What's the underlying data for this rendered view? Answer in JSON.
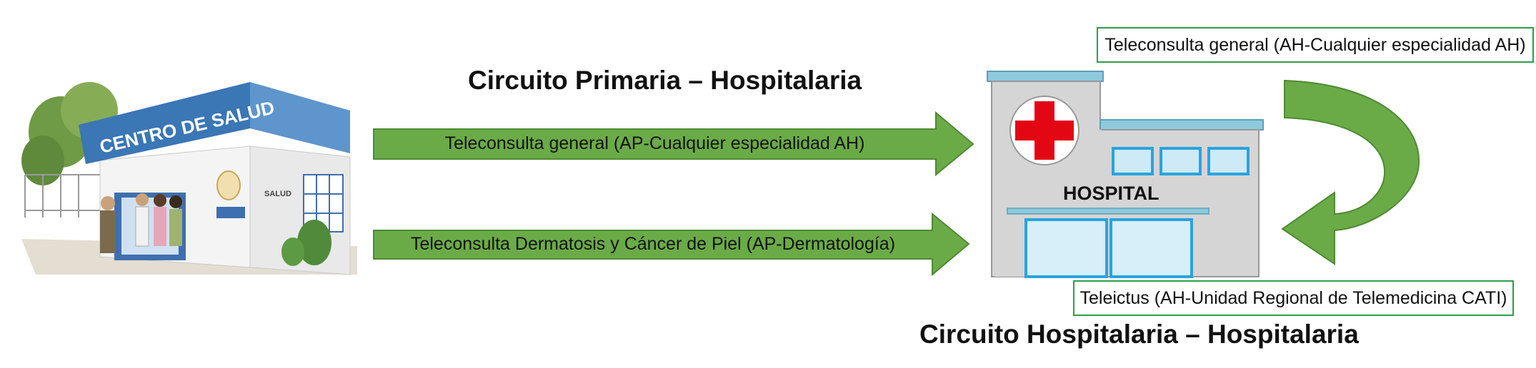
{
  "titles": {
    "primary": "Circuito Primaria – Hospitalaria",
    "hospital": "Circuito Hospitalaria – Hospitalaria"
  },
  "arrows": {
    "top": "Teleconsulta general (AP-Cualquier especialidad AH)",
    "bottom": "Teleconsulta Dermatosis y Cáncer de Piel (AP-Dermatología)"
  },
  "boxes": {
    "top_right": "Teleconsulta general (AH-Cualquier especialidad AH)",
    "bottom_right": "Teleictus (AH-Unidad Regional de Telemedicina CATI)"
  },
  "clinic": {
    "sign": "CENTRO DE SALUD",
    "plaque": "SALUD"
  },
  "hospital": {
    "sign": "HOSPITAL"
  },
  "colors": {
    "arrow_green": "#6aab47",
    "arrow_stroke": "#4e8a33",
    "box_border": "#2e9d4c",
    "cross_red": "#e30613",
    "window_blue": "#29a3e0",
    "roof_blue": "#8ec9dc"
  }
}
